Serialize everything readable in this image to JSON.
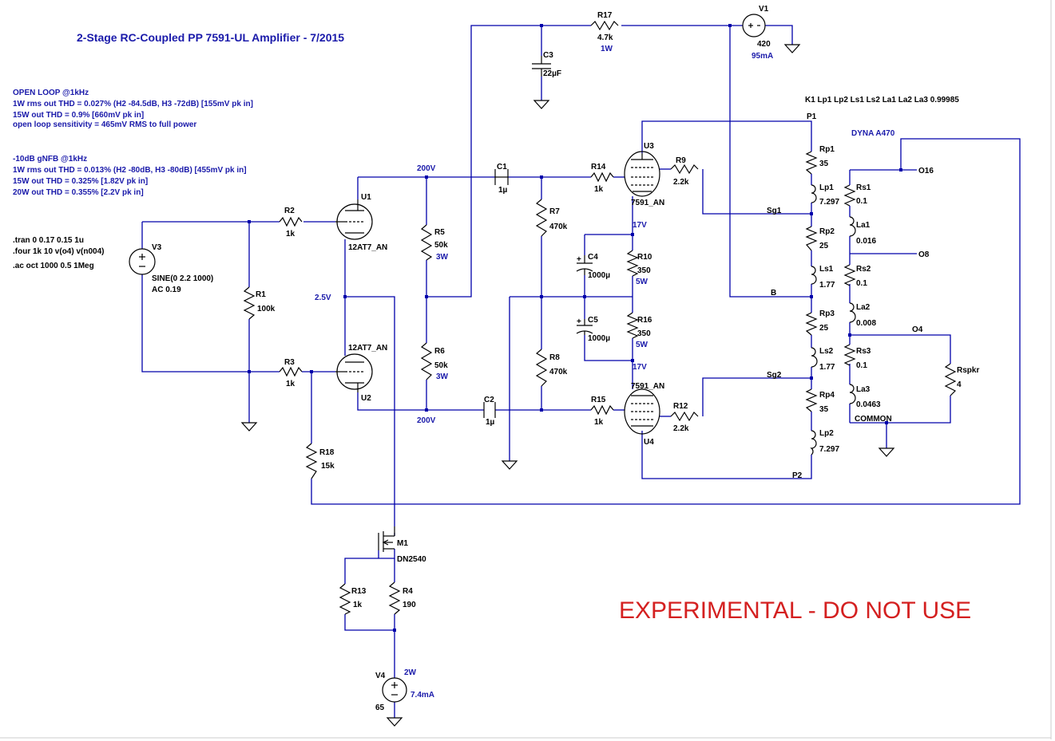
{
  "title": "2-Stage RC-Coupled PP 7591-UL Amplifier - 7/2015",
  "notes": {
    "open_loop": [
      "OPEN LOOP @1kHz",
      "1W rms out THD = 0.027% (H2 -84.5dB, H3 -72dB) [155mV pk in]",
      "15W out THD = 0.9% [660mV pk in]",
      "open loop sensitivity = 465mV RMS to full power"
    ],
    "feedback": [
      "-10dB gNFB @1kHz",
      "1W rms out THD = 0.013% (H2 -80dB, H3 -80dB) [455mV pk in]",
      "15W out THD = 0.325% [1.82V pk in]",
      "20W out THD = 0.355% [2.2V pk in]"
    ],
    "spice": [
      ".tran 0 0.17 0.15 1u",
      ".four 1k 10 v(o4) v(n004)",
      ".ac oct 1000 0.5 1Meg"
    ]
  },
  "coupling": "K1 Lp1 Lp2 Ls1 Ls2 La1 La2 La3 0.99985",
  "transformer_name": "DYNA A470",
  "warning": "EXPERIMENTAL - DO NOT USE",
  "components": {
    "R1": {
      "name": "R1",
      "value": "100k"
    },
    "R2": {
      "name": "R2",
      "value": "1k"
    },
    "R3": {
      "name": "R3",
      "value": "1k"
    },
    "R4": {
      "name": "R4",
      "value": "190"
    },
    "R5": {
      "name": "R5",
      "value": "50k",
      "power": "3W"
    },
    "R6": {
      "name": "R6",
      "value": "50k",
      "power": "3W"
    },
    "R7": {
      "name": "R7",
      "value": "470k"
    },
    "R8": {
      "name": "R8",
      "value": "470k"
    },
    "R9": {
      "name": "R9",
      "value": "2.2k"
    },
    "R10": {
      "name": "R10",
      "value": "350",
      "power": "5W"
    },
    "R12": {
      "name": "R12",
      "value": "2.2k"
    },
    "R13": {
      "name": "R13",
      "value": "1k"
    },
    "R14": {
      "name": "R14",
      "value": "1k"
    },
    "R15": {
      "name": "R15",
      "value": "1k"
    },
    "R16": {
      "name": "R16",
      "value": "350",
      "power": "5W"
    },
    "R17": {
      "name": "R17",
      "value": "4.7k",
      "power": "1W"
    },
    "R18": {
      "name": "R18",
      "value": "15k"
    },
    "C1": {
      "name": "C1",
      "value": "1µ"
    },
    "C2": {
      "name": "C2",
      "value": "1µ"
    },
    "C3": {
      "name": "C3",
      "value": "22µF"
    },
    "C4": {
      "name": "C4",
      "value": "1000µ"
    },
    "C5": {
      "name": "C5",
      "value": "1000µ"
    },
    "U1": {
      "name": "U1",
      "model": "12AT7_AN"
    },
    "U2": {
      "name": "U2",
      "model": "12AT7_AN"
    },
    "U3": {
      "name": "U3",
      "model": "7591_AN"
    },
    "U4": {
      "name": "U4",
      "model": "7591_AN"
    },
    "M1": {
      "name": "M1",
      "model": "DN2540"
    },
    "V1": {
      "name": "V1",
      "value": "420",
      "current": "95mA"
    },
    "V3": {
      "name": "V3",
      "value1": "SINE(0 2.2 1000)",
      "value2": "AC 0.19"
    },
    "V4": {
      "name": "V4",
      "value": "65",
      "power": "2W",
      "current": "7.4mA"
    },
    "Rp1": {
      "name": "Rp1",
      "value": "35"
    },
    "Lp1": {
      "name": "Lp1",
      "value": "7.297"
    },
    "Rp2": {
      "name": "Rp2",
      "value": "25"
    },
    "Ls1": {
      "name": "Ls1",
      "value": "1.77"
    },
    "Rp3": {
      "name": "Rp3",
      "value": "25"
    },
    "Ls2": {
      "name": "Ls2",
      "value": "1.77"
    },
    "Rp4": {
      "name": "Rp4",
      "value": "35"
    },
    "Lp2": {
      "name": "Lp2",
      "value": "7.297"
    },
    "Rs1": {
      "name": "Rs1",
      "value": "0.1"
    },
    "La1": {
      "name": "La1",
      "value": "0.016"
    },
    "Rs2": {
      "name": "Rs2",
      "value": "0.1"
    },
    "La2": {
      "name": "La2",
      "value": "0.008"
    },
    "Rs3": {
      "name": "Rs3",
      "value": "0.1"
    },
    "La3": {
      "name": "La3",
      "value": "0.0463"
    },
    "Rspkr": {
      "name": "Rspkr",
      "value": "4"
    }
  },
  "nets": {
    "v200a": "200V",
    "v200b": "200V",
    "v2_5": "2.5V",
    "v17a": "17V",
    "v17b": "17V",
    "P1": "P1",
    "P2": "P2",
    "Sg1": "Sg1",
    "Sg2": "Sg2",
    "B": "B",
    "O16": "O16",
    "O8": "O8",
    "O4": "O4",
    "COMMON": "COMMON"
  }
}
